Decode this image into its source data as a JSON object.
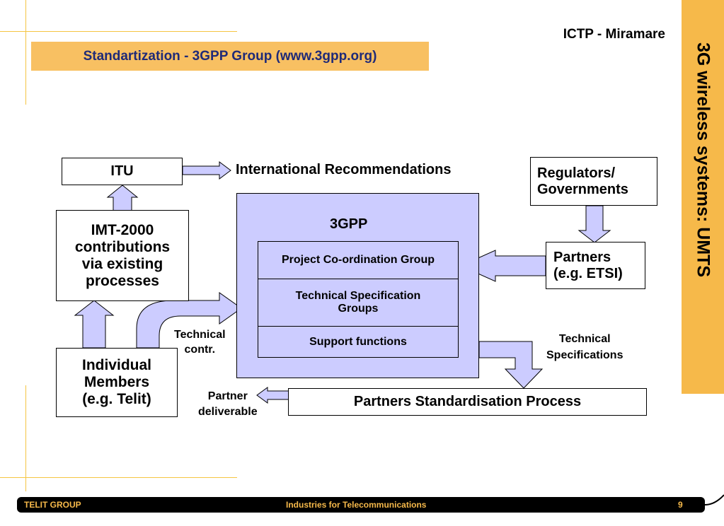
{
  "header": {
    "right_label": "ICTP - Miramare",
    "title": "Standartization - 3GPP Group (www.3gpp.org)",
    "side_title": "3G wireless systems: UMTS"
  },
  "diagram": {
    "itu": "ITU",
    "international_recommendations": "International Recommendations",
    "regulators": "Regulators/\nGovernments",
    "imt2000": "IMT-2000\ncontributions\nvia existing\nprocesses",
    "partners": "Partners\n(e.g. ETSI)",
    "individual_members": "Individual\nMembers\n(e.g. Telit)",
    "group_3gpp": "3GPP",
    "project_coordination": "Project Co-ordination Group",
    "technical_spec_groups": "Technical Specification\nGroups",
    "support_functions": "Support functions",
    "technical_contr": "Technical\ncontr.",
    "technical_specifications": "Technical\nSpecifications",
    "partner_deliverable": "Partner\ndeliverable",
    "partners_standardisation": "Partners Standardisation Process"
  },
  "footer": {
    "left": "TELIT GROUP",
    "center": "Industries  for Telecommunications",
    "page": "9"
  },
  "colors": {
    "accent_orange": "#f6b94a",
    "title_bg": "#f8c062",
    "title_text": "#1f2a78",
    "arrow_fill": "#ccccff"
  }
}
